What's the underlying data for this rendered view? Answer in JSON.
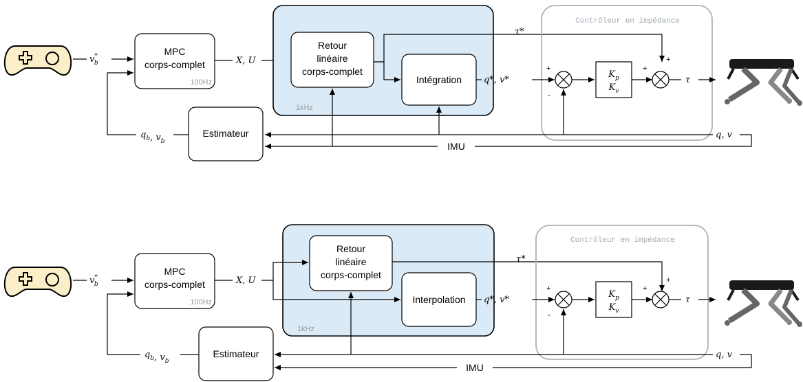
{
  "colors": {
    "accent_fill": "#dbeaf7",
    "gamepad_fill": "#fbefc9",
    "controller_border": "#aab4bc",
    "robot_dark": "#1a1a1a",
    "robot_leg": "#666666"
  },
  "diagram_top": {
    "input": "v_b^*",
    "mpc": {
      "line1": "MPC",
      "line2": "corps-complet",
      "rate": "100Hz"
    },
    "xu": "X, U",
    "feedback": {
      "line1": "Retour",
      "line2": "linéaire",
      "line3": "corps-complet"
    },
    "block2": "Intégration",
    "accel_rate": "1kHz",
    "tau_star": "τ*",
    "qv_star": "q*, v*",
    "gain_top": "K_p",
    "gain_bottom": "K_v",
    "tau": "τ",
    "controller_title": "Contrôleur en impédance",
    "estimator": "Estimateur",
    "qb_vb": "q_b, v_b",
    "qv": "q, v",
    "imu": "IMU"
  },
  "diagram_bottom": {
    "input": "v_b^*",
    "mpc": {
      "line1": "MPC",
      "line2": "corps-complet",
      "rate": "100Hz"
    },
    "xu": "X, U",
    "feedback": {
      "line1": "Retour",
      "line2": "linéaire",
      "line3": "corps-complet"
    },
    "block2": "Interpolation",
    "accel_rate": "1kHz",
    "tau_star": "τ*",
    "qv_star": "q*, v*",
    "gain_top": "K_p",
    "gain_bottom": "K_v",
    "tau": "τ",
    "controller_title": "Contrôleur en impédance",
    "estimator": "Estimateur",
    "qb_vb": "q_b, v_b",
    "qv": "q, v",
    "imu": "IMU"
  },
  "signs": {
    "plus": "+",
    "minus": "-"
  }
}
